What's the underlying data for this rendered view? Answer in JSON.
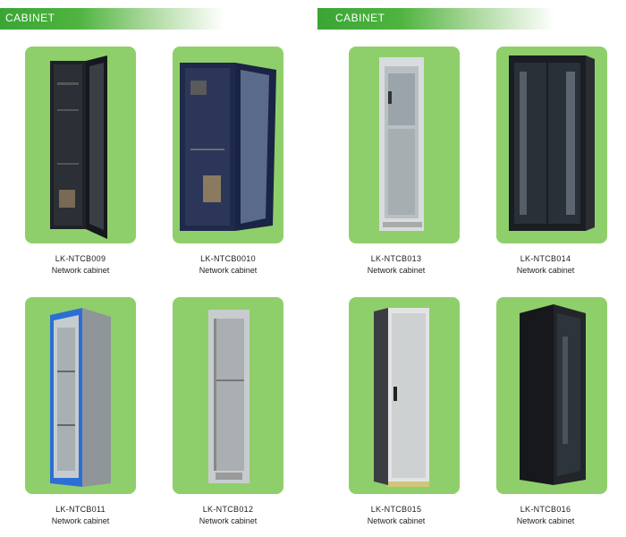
{
  "header": {
    "left_title": "CABINET",
    "right_title": "CABINET"
  },
  "products": [
    {
      "code": "LK-NTCB009",
      "label": "Network cabinet"
    },
    {
      "code": "LK-NTCB0010",
      "label": "Network cabinet"
    },
    {
      "code": "LK-NTCB013",
      "label": "Network cabinet"
    },
    {
      "code": "LK-NTCB014",
      "label": "Network cabinet"
    },
    {
      "code": "LK-NTCB011",
      "label": "Network cabinet"
    },
    {
      "code": "LK-NTCB012",
      "label": "Network cabinet"
    },
    {
      "code": "LK-NTCB015",
      "label": "Network cabinet"
    },
    {
      "code": "LK-NTCB016",
      "label": "Network cabinet"
    }
  ],
  "colors": {
    "card_green": "#8fcf6b",
    "header_green": "#3aa535"
  }
}
